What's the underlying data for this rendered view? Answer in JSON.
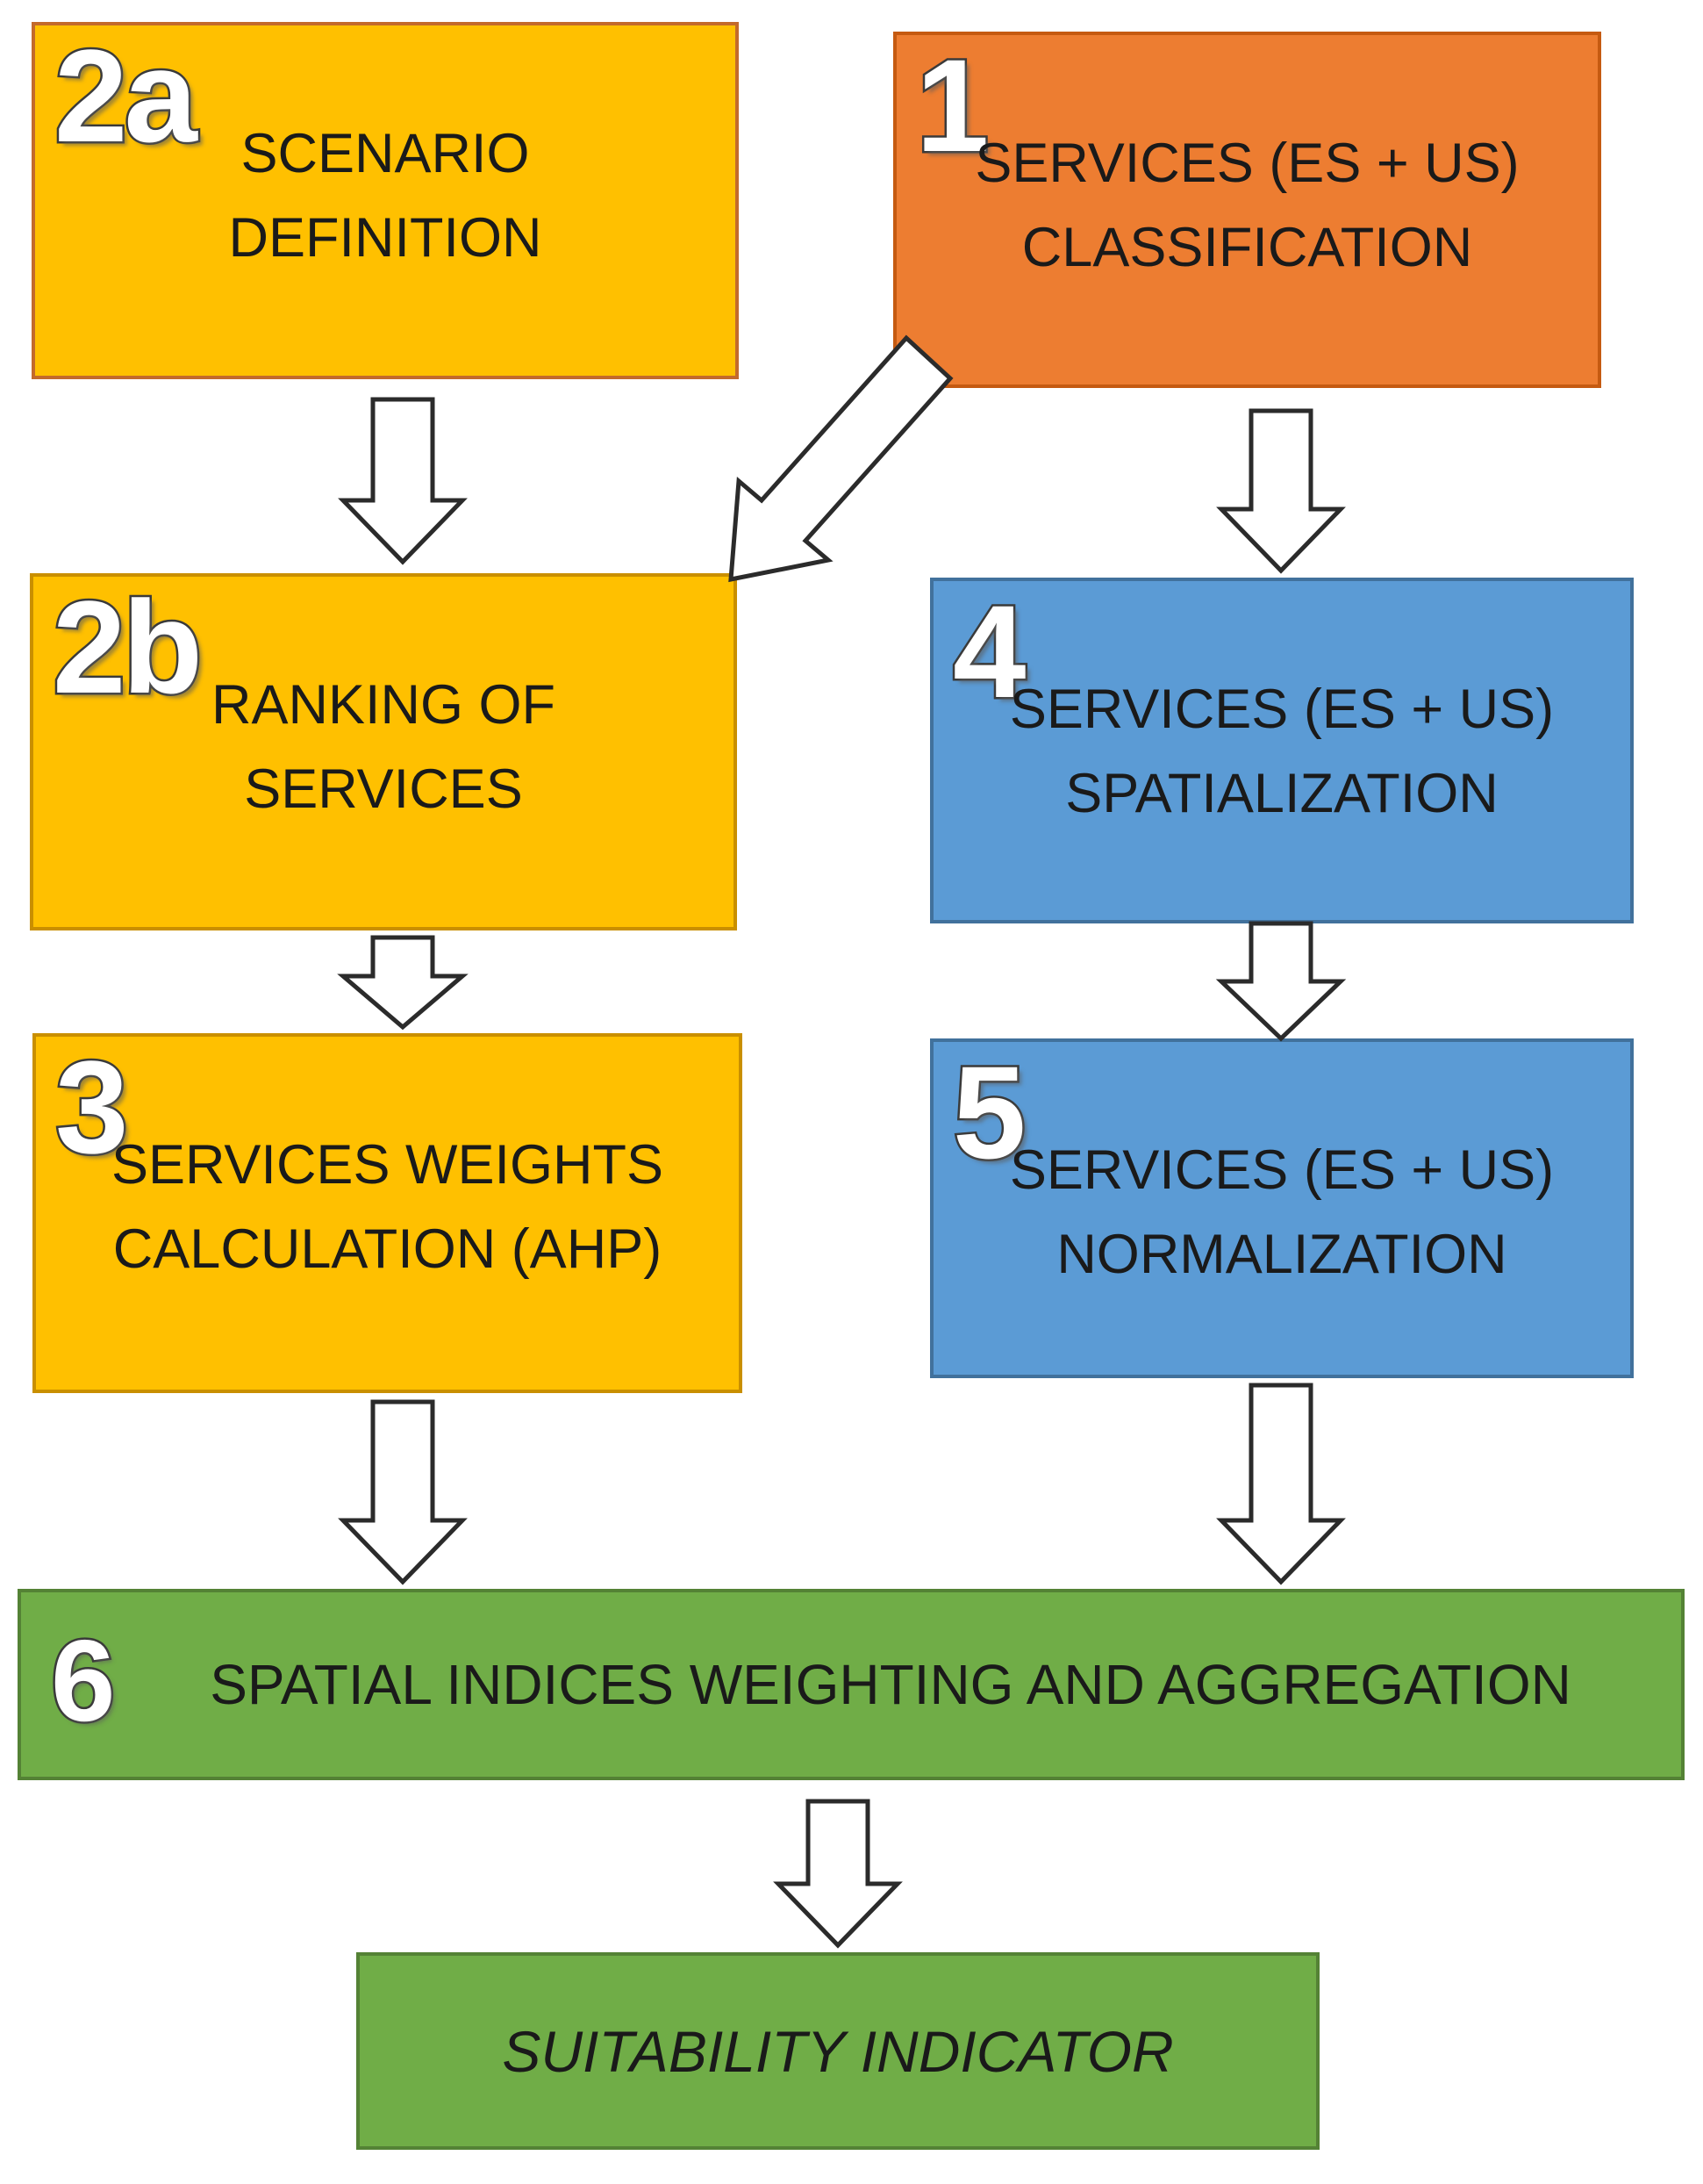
{
  "colors": {
    "background": "#FFFFFF",
    "box-yellow": "#FFC000",
    "box-yellow-border": "#C98F00",
    "box-2a-border": "#C36A2B",
    "box-orange": "#ED7D31",
    "box-orange-border": "#C55A11",
    "box-blue": "#5B9BD5",
    "box-blue-border": "#41719C",
    "box-green": "#70AD47",
    "box-green-border": "#548235",
    "arrow-fill": "#FFFFFF",
    "arrow-stroke": "#2B2B2B",
    "text-dark": "#1A1A1A",
    "number-fill": "#FFFFFF",
    "number-stroke": "#3A3A3A"
  },
  "flowchart": {
    "b2a": {
      "number": "2a",
      "line1": "SCENARIO",
      "line2": "DEFINITION"
    },
    "b1": {
      "number": "1",
      "line1": "SERVICES (ES + US)",
      "line2": "CLASSIFICATION"
    },
    "b2b": {
      "number": "2b",
      "line1": "RANKING OF",
      "line2": "SERVICES"
    },
    "b4": {
      "number": "4",
      "line1": "SERVICES (ES + US)",
      "line2": "SPATIALIZATION"
    },
    "b3": {
      "number": "3",
      "line1": "SERVICES WEIGHTS",
      "line2": "CALCULATION (AHP)"
    },
    "b5": {
      "number": "5",
      "line1": "SERVICES (ES + US)",
      "line2": "NORMALIZATION"
    },
    "b6": {
      "number": "6",
      "label": "SPATIAL INDICES WEIGHTING AND AGGREGATION"
    },
    "suitability": {
      "label": "SUITABILITY INDICATOR"
    }
  }
}
